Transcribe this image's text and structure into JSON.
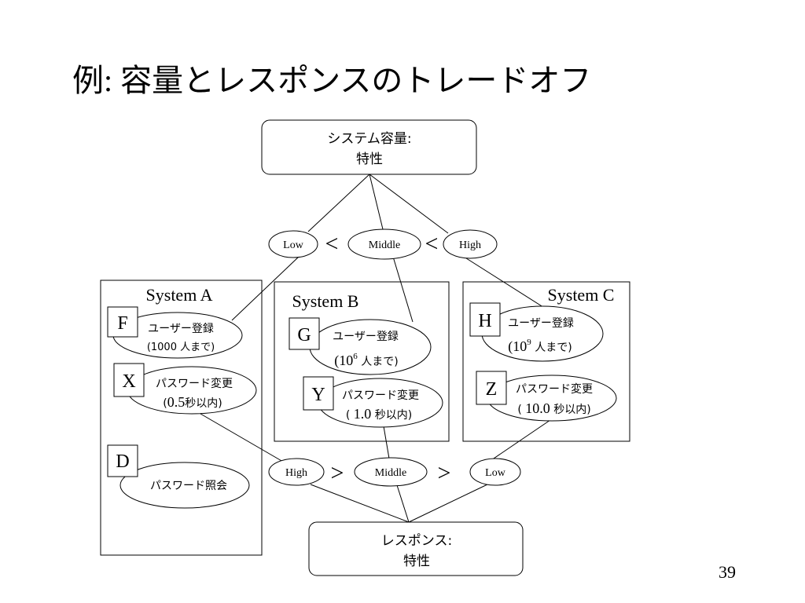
{
  "slide": {
    "title_prefix": "例: ",
    "title_main": "容量とレスポンスのトレードオフ",
    "page_number": "39"
  },
  "capacity": {
    "line1": "システム容量:",
    "line2": "特性"
  },
  "response": {
    "line1": "レスポンス:",
    "line2": "特性"
  },
  "capacity_levels": {
    "low": "Low",
    "middle": "Middle",
    "high": "High",
    "op": "<"
  },
  "response_levels": {
    "high": "High",
    "middle": "Middle",
    "low": "Low",
    "op": ">"
  },
  "systems": {
    "a": {
      "name": "System A"
    },
    "b": {
      "name": "System B"
    },
    "c": {
      "name": "System C"
    }
  },
  "nodes": {
    "f": {
      "letter": "F",
      "line1": "ユーザー登録",
      "line2": "(1000 人まで)"
    },
    "x": {
      "letter": "X",
      "line1": "パスワード変更",
      "line2_pre": "(",
      "line2_num": "0.5",
      "line2_post": "秒以内)"
    },
    "d": {
      "letter": "D",
      "line1": "パスワード照会"
    },
    "g": {
      "letter": "G",
      "line1": "ユーザー登録",
      "line2_pre": "(10",
      "line2_sup": "6",
      "line2_post": " 人まで)"
    },
    "y": {
      "letter": "Y",
      "line1": "パスワード変更",
      "line2_pre": "( ",
      "line2_num": "1.0",
      "line2_post": " 秒以内)"
    },
    "h": {
      "letter": "H",
      "line1": "ユーザー登録",
      "line2_pre": "(10",
      "line2_sup": "9",
      "line2_post": " 人まで)"
    },
    "z": {
      "letter": "Z",
      "line1": "パスワード変更",
      "line2_pre": "( ",
      "line2_num": "10.0",
      "line2_post": " 秒以内)"
    }
  }
}
